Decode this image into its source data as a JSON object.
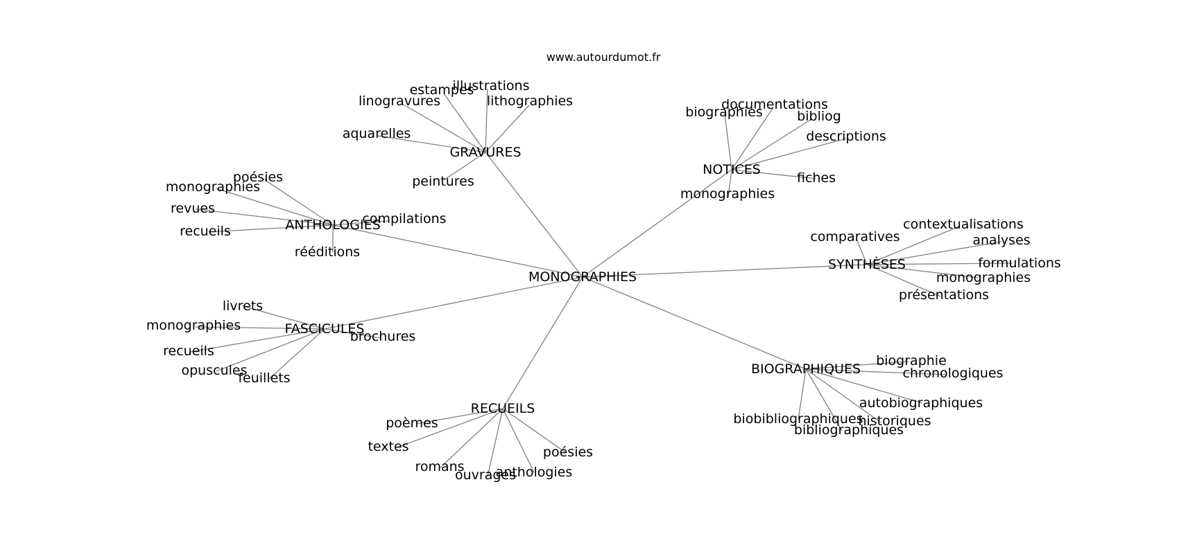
{
  "site": "www.autourdumot.fr",
  "colors": {
    "edge": "#808080",
    "text": "#000000",
    "background": "#ffffff"
  },
  "graph": {
    "center": "MONOGRAPHIES",
    "branches": [
      {
        "label": "GRAVURES",
        "leaves": [
          "illustrations",
          "estampes",
          "linogravures",
          "lithographies",
          "aquarelles",
          "peintures"
        ]
      },
      {
        "label": "NOTICES",
        "leaves": [
          "documentations",
          "biographies",
          "bibliog",
          "descriptions",
          "fiches",
          "monographies"
        ]
      },
      {
        "label": "ANTHOLOGIES",
        "leaves": [
          "poésies",
          "monographies",
          "revues",
          "recueils",
          "compilations",
          "rééditions"
        ]
      },
      {
        "label": "SYNTHÈSES",
        "leaves": [
          "contextualisations",
          "comparatives",
          "analyses",
          "formulations",
          "monographies",
          "présentations"
        ]
      },
      {
        "label": "FASCICULES",
        "leaves": [
          "livrets",
          "monographies",
          "recueils",
          "opuscules",
          "feuillets",
          "brochures"
        ]
      },
      {
        "label": "BIOGRAPHIQUES",
        "leaves": [
          "biographie",
          "chronologiques",
          "autobiographiques",
          "historiques",
          "biobibliographiques",
          "bibliographiques"
        ]
      },
      {
        "label": "RECUEILS",
        "leaves": [
          "poèmes",
          "textes",
          "romans",
          "ouvrages",
          "anthologies",
          "poésies"
        ]
      }
    ]
  }
}
